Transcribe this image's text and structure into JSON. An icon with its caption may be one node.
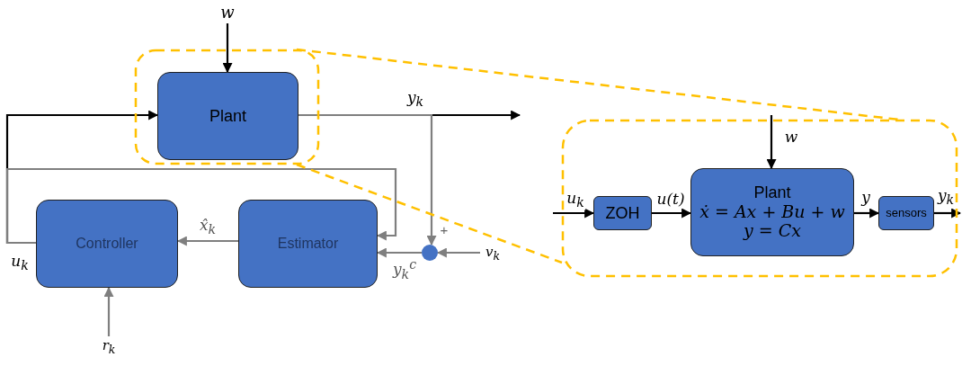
{
  "diagram": {
    "nodes": [
      {
        "text": [],
        "shape": "box"
      },
      {
        "text": [
          "w"
        ]
      },
      {
        "text": [
          "Plant"
        ],
        "in": 0
      },
      {
        "text": [
          "Controller"
        ]
      },
      {
        "text": [
          "Estimator"
        ]
      },
      {
        "text": [],
        "shape": "circle"
      },
      {
        "text": [
          "r$_{k}$"
        ]
      },
      {
        "text": [
          "v$_{k}$"
        ]
      },
      {
        "text": [],
        "shape": "box"
      },
      {
        "text": [
          "ZOH"
        ],
        "in": 8
      },
      {
        "text": [
          "Plant",
          "ẋ = Ax + Bu + w",
          "y = Cx"
        ],
        "in": 8
      },
      {
        "text": [
          "sensors"
        ],
        "in": 8
      }
    ],
    "edges": [
      {
        "from": 1,
        "to": 2,
        "arrow": "to"
      },
      {
        "from": 3,
        "to": 2,
        "arrow": "to",
        "label": "u$_{k}$"
      },
      {
        "from": 2,
        "to": null,
        "arrow": "to",
        "label": "y$_{k}$"
      },
      {
        "from": 2,
        "to": 5,
        "arrow": "to",
        "color": "#7f7f7f"
      },
      {
        "from": 7,
        "to": 5,
        "arrow": "to",
        "color": "#7f7f7f"
      },
      {
        "from": 5,
        "to": 4,
        "arrow": "to",
        "label": "y$_{k}$$^{c}$",
        "color": "#7f7f7f"
      },
      {
        "from": 4,
        "to": 3,
        "arrow": "to",
        "label": "x̂$_{k}$",
        "color": "#7f7f7f"
      },
      {
        "from": 3,
        "to": 4,
        "arrow": "to",
        "color": "#7f7f7f"
      },
      {
        "from": 6,
        "to": 3,
        "arrow": "to",
        "color": "#7f7f7f"
      },
      {
        "from": 0,
        "to": 8,
        "arrow": "none",
        "style": "dashed",
        "color": "#ffc000"
      },
      {
        "from": 0,
        "to": 8,
        "arrow": "none",
        "style": "dashed",
        "color": "#ffc000"
      },
      {
        "from": null,
        "to": 9,
        "arrow": "to",
        "label": "u$_{k}$"
      },
      {
        "from": 9,
        "to": 10,
        "arrow": "to",
        "label": "u(t)"
      },
      {
        "from": null,
        "to": 10,
        "arrow": "to",
        "label": "w"
      },
      {
        "from": 10,
        "to": 11,
        "arrow": "to",
        "label": "y"
      },
      {
        "from": 11,
        "to": null,
        "arrow": "to",
        "label": "y$_{k}$"
      }
    ],
    "labels": [
      "+"
    ]
  }
}
